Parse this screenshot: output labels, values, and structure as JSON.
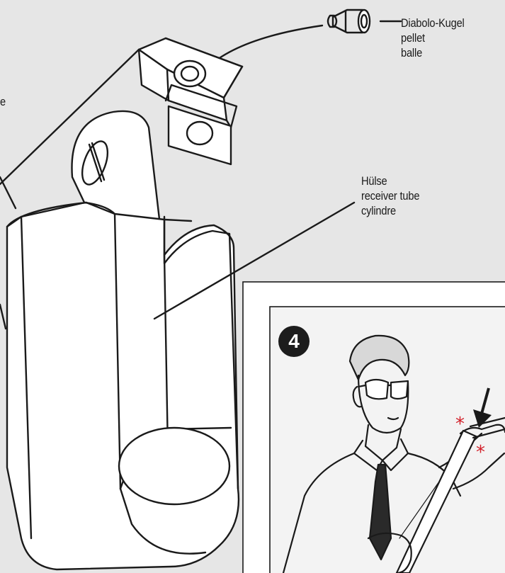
{
  "pellet_label": {
    "line1": "Diabolo-Kugel",
    "line2": "pellet",
    "line3": "balle"
  },
  "tube_label": {
    "line1": "Hülse",
    "line2": "receiver tube",
    "line3": "cylindre"
  },
  "stray_text": "e",
  "step": {
    "number": "4"
  },
  "marks": {
    "asterisk": "*"
  },
  "colors": {
    "page": "#e6e6e6",
    "panel": "#ffffff",
    "ink": "#1a1a1a",
    "accent": "#d2202a"
  },
  "icons": [
    "pellet-icon",
    "leader-arrow-icon",
    "press-arrow-icon"
  ]
}
